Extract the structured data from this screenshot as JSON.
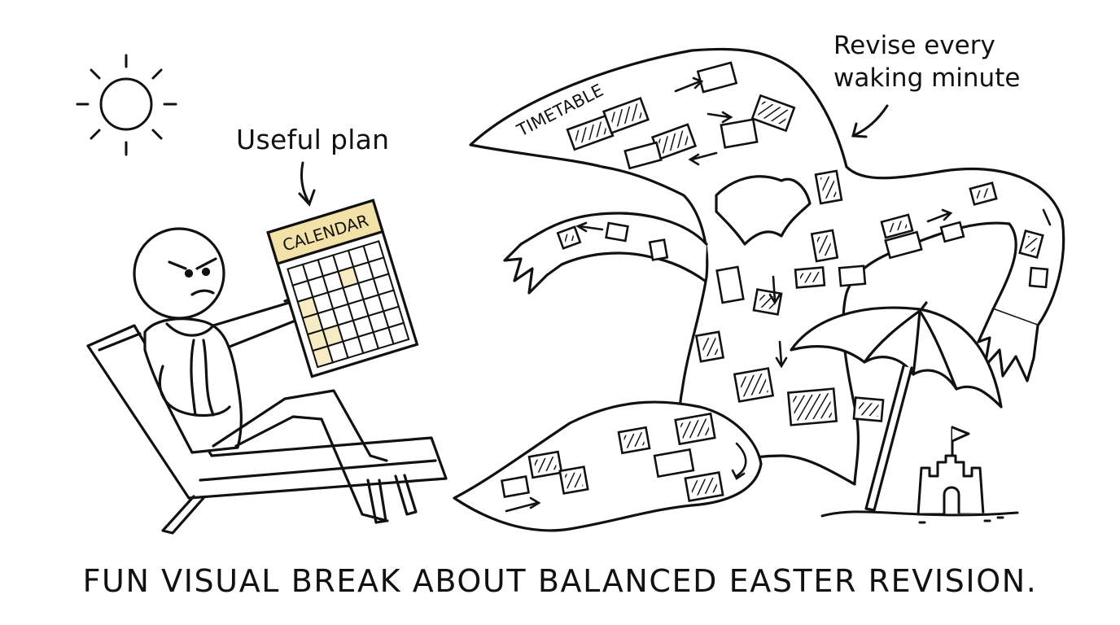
{
  "illustration": {
    "annotations": {
      "useful_plan": "Useful plan",
      "revise_line1": "Revise every",
      "revise_line2": "waking minute"
    },
    "calendar_header": "CALENDAR",
    "timetable_header": "TIMETABLE",
    "caption": "FUN VISUAL BREAK ABOUT BALANCED EASTER REVISION.",
    "colors": {
      "ink": "#111111",
      "calendar_header_fill": "#f3e2a8",
      "calendar_highlight_fill": "#f6ebc2"
    },
    "icons": [
      "sun-icon",
      "sandcastle-icon",
      "beach-umbrella-icon",
      "deck-chair-icon"
    ]
  }
}
